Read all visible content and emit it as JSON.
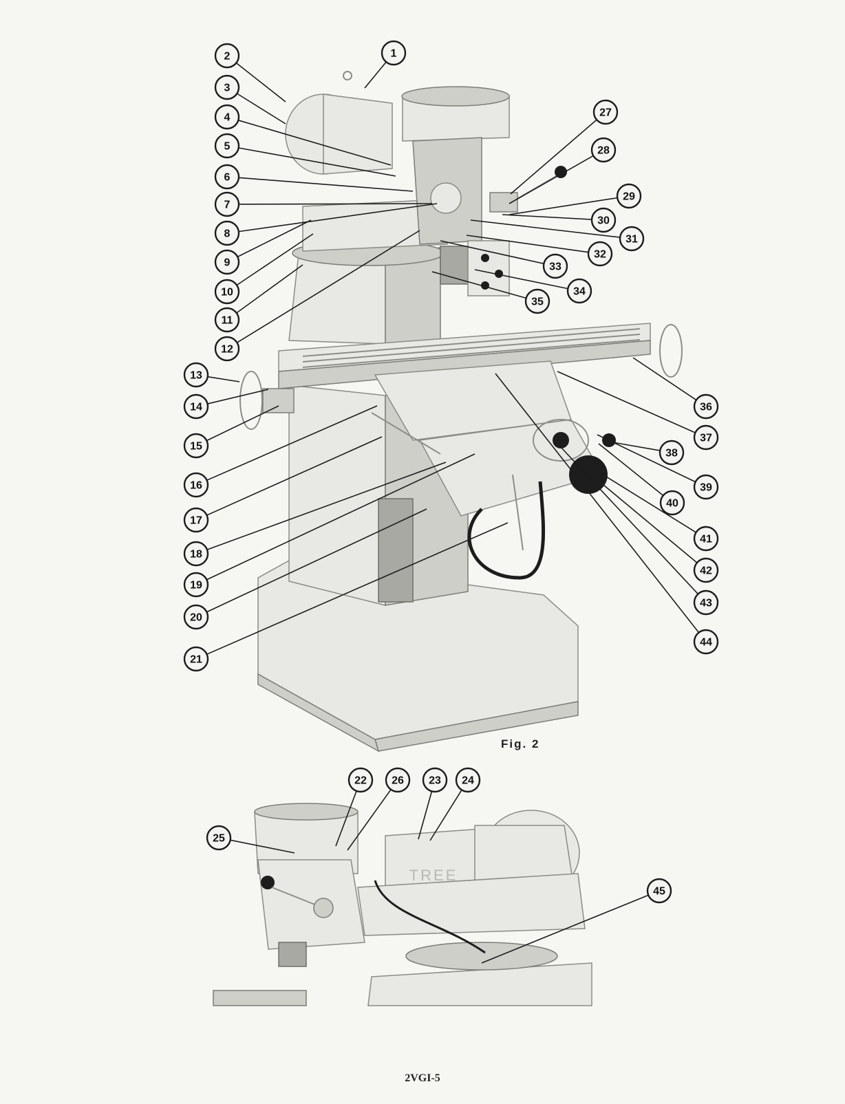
{
  "figure_label": "Fig.  2",
  "page_id": "2VGI-5",
  "main_machine_logo": "TREE",
  "callouts": [
    {
      "n": "1"
    },
    {
      "n": "2"
    },
    {
      "n": "3"
    },
    {
      "n": "4"
    },
    {
      "n": "5"
    },
    {
      "n": "6"
    },
    {
      "n": "7"
    },
    {
      "n": "8"
    },
    {
      "n": "9"
    },
    {
      "n": "10"
    },
    {
      "n": "11"
    },
    {
      "n": "12"
    },
    {
      "n": "13"
    },
    {
      "n": "14"
    },
    {
      "n": "15"
    },
    {
      "n": "16"
    },
    {
      "n": "17"
    },
    {
      "n": "18"
    },
    {
      "n": "19"
    },
    {
      "n": "20"
    },
    {
      "n": "21"
    },
    {
      "n": "22"
    },
    {
      "n": "26"
    },
    {
      "n": "23"
    },
    {
      "n": "24"
    },
    {
      "n": "25"
    },
    {
      "n": "27"
    },
    {
      "n": "28"
    },
    {
      "n": "29"
    },
    {
      "n": "30"
    },
    {
      "n": "31"
    },
    {
      "n": "32"
    },
    {
      "n": "33"
    },
    {
      "n": "34"
    },
    {
      "n": "35"
    },
    {
      "n": "36"
    },
    {
      "n": "37"
    },
    {
      "n": "38"
    },
    {
      "n": "39"
    },
    {
      "n": "40"
    },
    {
      "n": "41"
    },
    {
      "n": "42"
    },
    {
      "n": "43"
    },
    {
      "n": "44"
    },
    {
      "n": "45"
    }
  ]
}
